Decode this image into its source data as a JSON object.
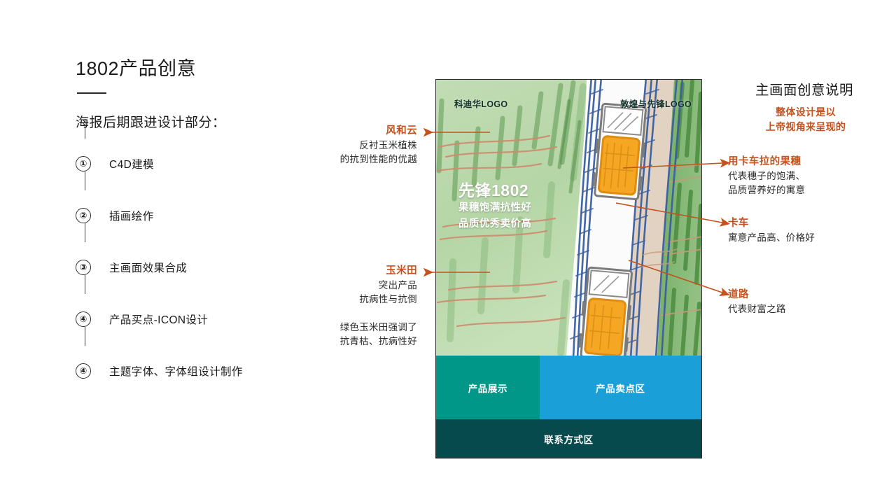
{
  "slide": {
    "title": "1802产品创意",
    "subtitle": "海报后期跟进设计部分："
  },
  "steps": [
    {
      "num": "①",
      "label": "C4D建模"
    },
    {
      "num": "②",
      "label": "插画绘作"
    },
    {
      "num": "③",
      "label": "主画面效果合成"
    },
    {
      "num": "④",
      "label": "产品买点-ICON设计"
    },
    {
      "num": "④",
      "label": "主题字体、字体组设计制作"
    }
  ],
  "annotations_left": [
    {
      "head": "风和云",
      "lines": [
        "反衬玉米植株",
        "的抗到性能的优越"
      ],
      "extra": []
    },
    {
      "head": "玉米田",
      "lines": [
        "突出产品",
        "抗病性与抗倒"
      ],
      "extra": [
        "绿色玉米田强调了",
        "抗青枯、抗病性好"
      ]
    }
  ],
  "right_panel": {
    "title": "主画面创意说明",
    "subtitle_lines": [
      "整体设计是以",
      "上帝视角来呈现的"
    ]
  },
  "annotations_right": [
    {
      "head": "用卡车拉的果穗",
      "lines": [
        "代表穗子的饱满、",
        "品质营养好的寓意"
      ]
    },
    {
      "head": "卡车",
      "lines": [
        "寓意产品高、价格好"
      ]
    },
    {
      "head": "道路",
      "lines": [
        "代表财富之路"
      ]
    }
  ],
  "poster": {
    "logo_left": "科迪华LOGO",
    "logo_right": "敦煌与先锋LOGO",
    "headline": "先锋1802",
    "sub_line_1": "果穗饱满抗性好",
    "sub_line_2": "品质优秀卖价高",
    "bands": [
      {
        "label": "产品展示",
        "color": "#009688"
      },
      {
        "label": "产品卖点区",
        "color": "#1a9fd9"
      },
      {
        "label": "联系方式区",
        "color": "#064a4d"
      }
    ]
  },
  "colors": {
    "accent_orange": "#c5521e",
    "text_dark": "#1a1a1a",
    "field_green": "#b9d7ab",
    "road_blue": "#3a5fa0",
    "truck_orange": "#f5a623"
  }
}
